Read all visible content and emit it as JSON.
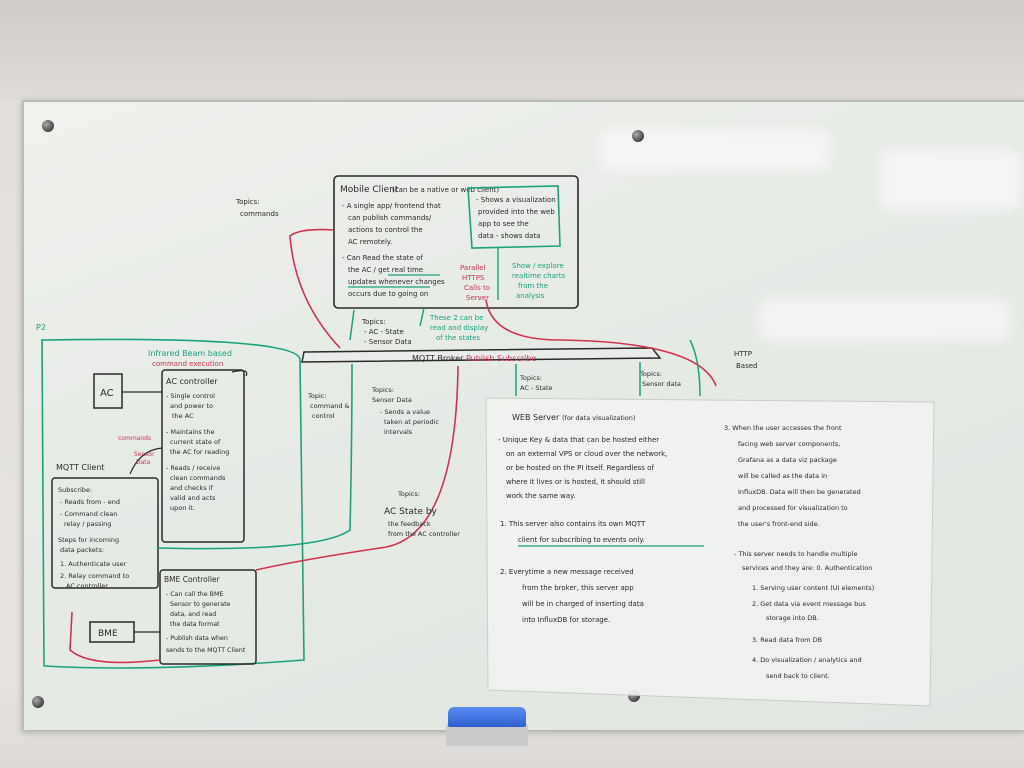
{
  "scene": "whiteboard",
  "colors": {
    "black_ink": "#2a2a2a",
    "red_ink": "#d0334f",
    "green_ink": "#1aa37a",
    "eraser": "#3b6fe0"
  },
  "mobile_client": {
    "title": "Mobile Client",
    "subtitle": "(can be a native or web client)",
    "bullet1": [
      "- A single app/ frontend that",
      "can publish commands/",
      "actions to control the",
      "AC remotely."
    ],
    "bullet2": [
      "- Can Read the state of",
      "the AC / get real time",
      "updates whenever changes",
      "occurs due to going on"
    ],
    "right_box": [
      "- Shows a visualization",
      "provided into the web",
      "app to see the",
      "data - shows data"
    ],
    "right_note": [
      "Show / explore",
      "realtime charts",
      "from the",
      "analysis"
    ]
  },
  "topics_top_left": [
    "Topics:",
    "commands"
  ],
  "topics_mid": [
    "Topics:",
    "- AC - State",
    "- Sensor Data"
  ],
  "green_note": [
    "These 2 can be",
    "read and display",
    "of the states"
  ],
  "rest_label": [
    "Parallel",
    "HTTPS",
    "Calls to",
    "Server"
  ],
  "http_label": [
    "HTTP",
    "Based"
  ],
  "mqtt_broker": {
    "label": "MQTT Broker",
    "pubsub": "Publish Subscribe"
  },
  "p2_label": "P2",
  "infrared": [
    "Infrared Beam based",
    "command execution"
  ],
  "ac_box": "AC",
  "ac_controller": {
    "title": "AC controller",
    "lines": [
      "- Single control",
      "and power to",
      "the AC",
      "- Maintains the",
      "current state of",
      "the AC for reading",
      "- Reads / receive",
      "clean commands",
      "and checks if",
      "valid and acts",
      "upon it."
    ]
  },
  "commands_label": [
    "commands",
    "Sensor",
    "Data"
  ],
  "mqtt_client": {
    "title": "MQTT Client",
    "lines": [
      "Subscribe:",
      "- Reads from - end",
      "- Command clean",
      "relay / passing",
      "Steps for incoming",
      "data packets:",
      "1. Authenticate user",
      "2. Relay command to",
      "AC controller"
    ]
  },
  "bme_controller": {
    "title": "BME Controller",
    "lines": [
      "- Can call the BME",
      "Sensor to generate",
      "data, and read",
      "the data format",
      "- Publish data when",
      "sends to the MQTT Client"
    ]
  },
  "bme_box": "BME",
  "topic_command": [
    "Topic:",
    "command &",
    "control"
  ],
  "topics_sensor": [
    "Topics:",
    "Sensor Data",
    "- Sends a value",
    "taken at periodic",
    "intervals"
  ],
  "ac_state": [
    "AC State by",
    "the feedback",
    "from the AC controller"
  ],
  "topics_bottom": [
    "Topics:"
  ],
  "topics_ac_state": [
    "Topics:",
    "AC - State"
  ],
  "topics_sensor2": [
    "Topics:",
    "Sensor data"
  ],
  "web_server": {
    "title": "WEB Server",
    "subtitle": "(for data visualization)",
    "para1": [
      "- Unique Key & data that can be hosted either",
      "on an external VPS or cloud over the network,",
      "or be hosted on the PI itself. Regardless of",
      "where it lives or is hosted, it should still",
      "work the same way."
    ],
    "para2": [
      "1. This server also contains its own MQTT",
      "client for subscribing to events only."
    ],
    "para3": [
      "2. Everytime a new message received",
      "from the broker, this server app",
      "will be in charged of inserting data",
      "into InfluxDB for storage."
    ],
    "para4": [
      "3. When the user accesses the front",
      "facing web server components,",
      "Grafana as a data viz package",
      "will be called as the data in",
      "InfluxDB. Data will then be generated",
      "and processed for visualization to",
      "the user's front-end side."
    ],
    "para5": [
      "- This server needs to handle multiple",
      "services and they are: 0. Authentication",
      "1. Serving user content (UI elements)",
      "2. Get data via event message bus",
      "storage into DB.",
      "3. Read data from DB",
      "4. Do visualization / analytics and",
      "send back to client."
    ]
  }
}
